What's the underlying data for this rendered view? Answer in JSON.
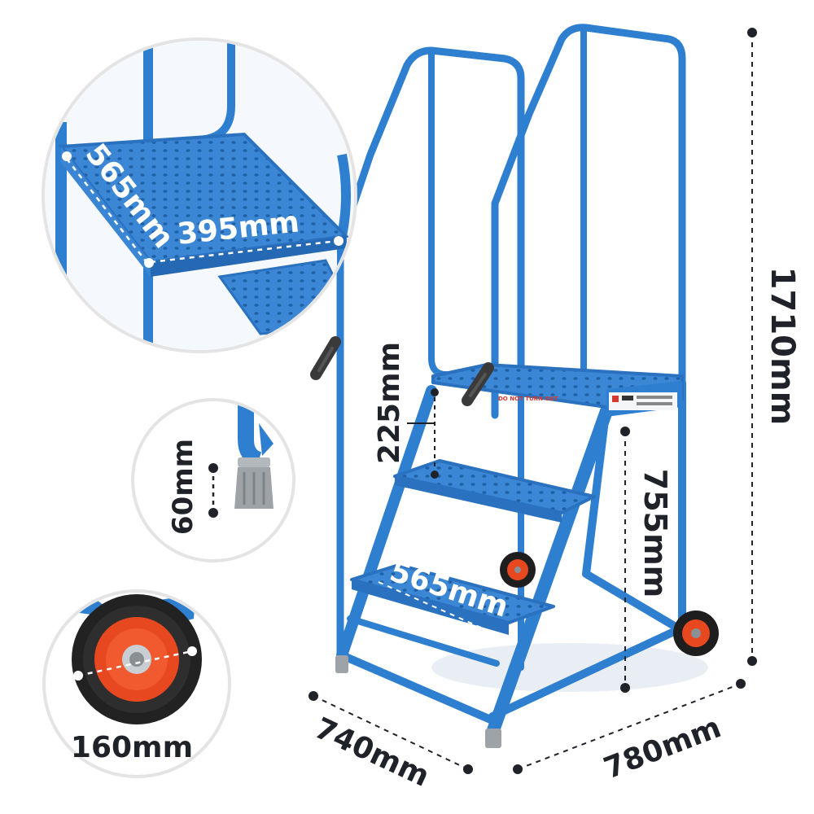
{
  "colors": {
    "ladder_blue": "#2f7fd0",
    "ladder_dark": "#1c5ea8",
    "foot_grey": "#9ea3a8",
    "wheel_hub": "#e8481f",
    "dimension_text": "#1f2228"
  },
  "dimensions": {
    "overall_height": "1710mm",
    "platform_height": "755mm",
    "step_rise": "225mm",
    "base_depth": "740mm",
    "base_width": "780mm",
    "tread_width": "565mm",
    "detail_tread_width": "565mm",
    "detail_tread_depth": "395mm",
    "foot_height": "60mm",
    "wheel_diameter": "160mm"
  },
  "platform_labels": {
    "warning_strip": "DO NOT TURN OUT"
  }
}
